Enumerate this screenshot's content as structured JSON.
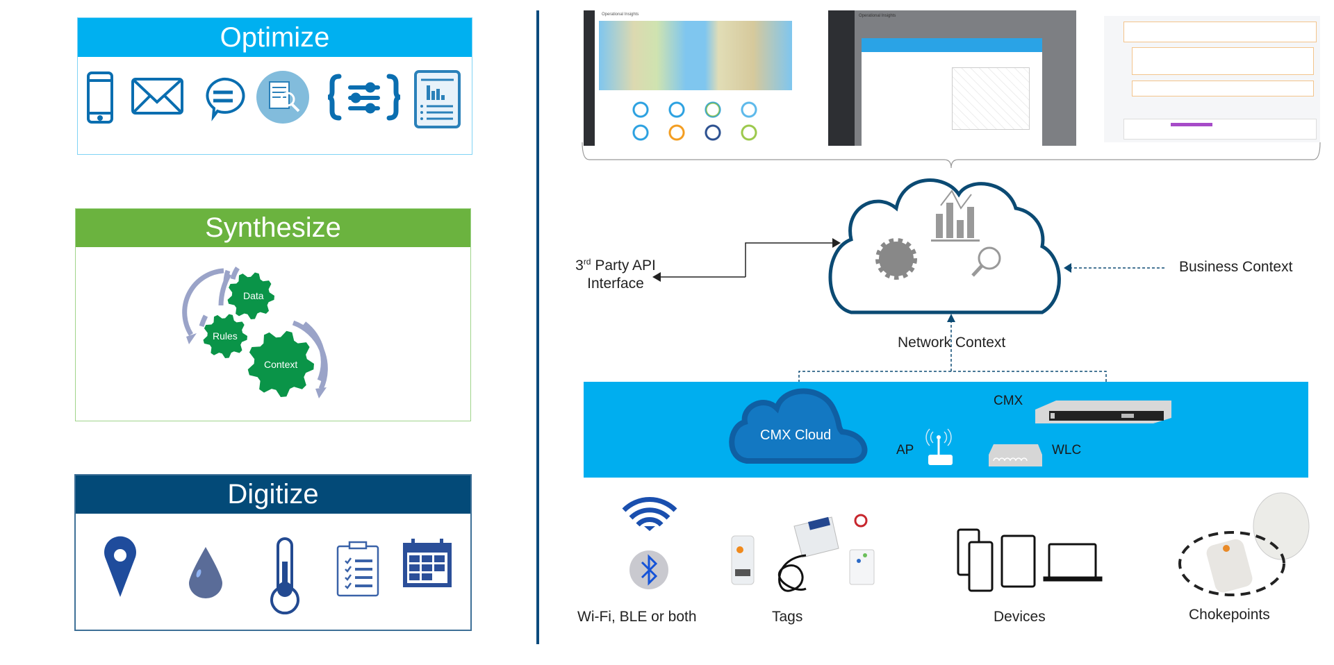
{
  "panels": {
    "optimize": {
      "title": "Optimize",
      "color": "#00b0f0",
      "icons": [
        "mobile-phone-icon",
        "mail-icon",
        "chat-icon",
        "document-search-icon",
        "api-settings-icon",
        "report-icon"
      ]
    },
    "synthesize": {
      "title": "Synthesize",
      "color": "#6bb33f",
      "gears": [
        "Data",
        "Rules",
        "Context"
      ]
    },
    "digitize": {
      "title": "Digitize",
      "color": "#034a78",
      "icons": [
        "location-pin-icon",
        "water-drop-icon",
        "thermometer-icon",
        "checklist-icon",
        "calendar-icon"
      ]
    }
  },
  "screenshots": {
    "app_title": "Operational Insights"
  },
  "diagram": {
    "api_label_line1": "3",
    "api_label_sup": "rd",
    "api_label_rest": " Party API",
    "api_label_line2": "Interface",
    "business_context": "Business Context",
    "network_context": "Network Context",
    "cmx_cloud": "CMX Cloud",
    "cmx": "CMX",
    "ap": "AP",
    "wlc": "WLC",
    "band_color": "#00aeef"
  },
  "categories": [
    {
      "label": "Wi-Fi, BLE or both"
    },
    {
      "label": "Tags"
    },
    {
      "label": "Devices"
    },
    {
      "label": "Chokepoints"
    }
  ]
}
